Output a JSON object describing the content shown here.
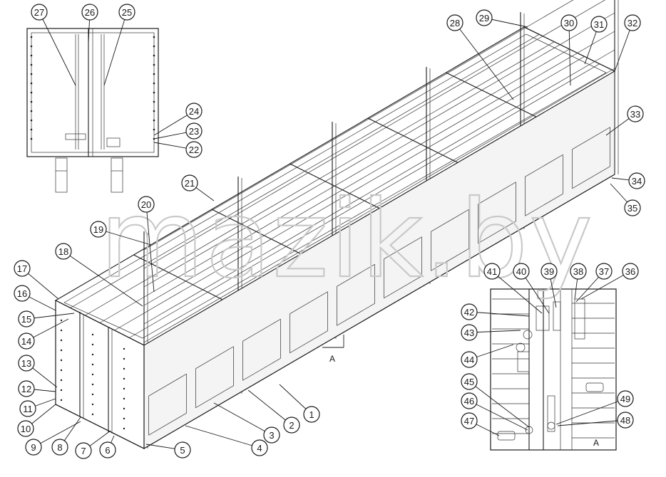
{
  "watermark": "mazik.by",
  "view_a_label": "A",
  "section_a_label": "A",
  "callouts": [
    {
      "n": "1"
    },
    {
      "n": "2"
    },
    {
      "n": "3"
    },
    {
      "n": "4"
    },
    {
      "n": "5"
    },
    {
      "n": "6"
    },
    {
      "n": "7"
    },
    {
      "n": "8"
    },
    {
      "n": "9"
    },
    {
      "n": "10"
    },
    {
      "n": "11"
    },
    {
      "n": "12"
    },
    {
      "n": "13"
    },
    {
      "n": "14"
    },
    {
      "n": "15"
    },
    {
      "n": "16"
    },
    {
      "n": "17"
    },
    {
      "n": "18"
    },
    {
      "n": "19"
    },
    {
      "n": "20"
    },
    {
      "n": "21"
    },
    {
      "n": "22"
    },
    {
      "n": "23"
    },
    {
      "n": "24"
    },
    {
      "n": "25"
    },
    {
      "n": "26"
    },
    {
      "n": "27"
    },
    {
      "n": "28"
    },
    {
      "n": "29"
    },
    {
      "n": "30"
    },
    {
      "n": "31"
    },
    {
      "n": "32"
    },
    {
      "n": "33"
    },
    {
      "n": "34"
    },
    {
      "n": "35"
    },
    {
      "n": "36"
    },
    {
      "n": "37"
    },
    {
      "n": "38"
    },
    {
      "n": "39"
    },
    {
      "n": "40"
    },
    {
      "n": "41"
    },
    {
      "n": "42"
    },
    {
      "n": "43"
    },
    {
      "n": "44"
    },
    {
      "n": "45"
    },
    {
      "n": "46"
    },
    {
      "n": "47"
    },
    {
      "n": "48"
    },
    {
      "n": "49"
    }
  ]
}
